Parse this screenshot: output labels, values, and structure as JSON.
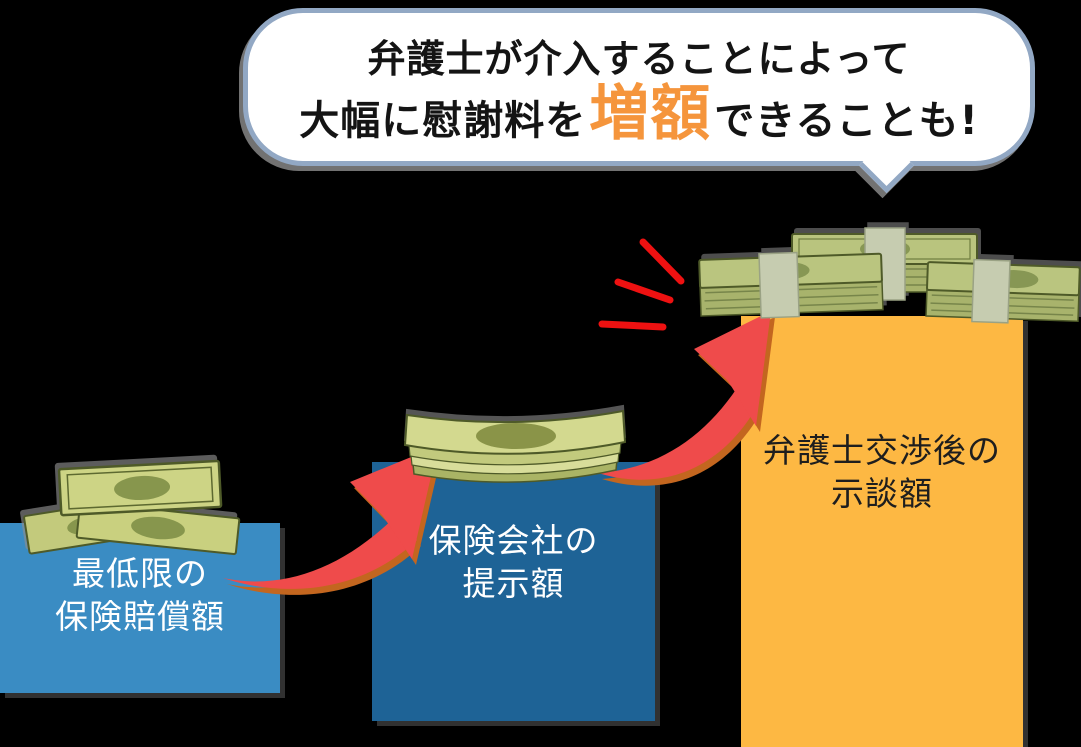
{
  "bubble": {
    "line1": "弁護士が介入することによって",
    "line2_prefix": "大幅に慰謝料を",
    "line2_highlight": "増額",
    "line2_suffix": "できることも!",
    "highlight_color": "#f5953c",
    "border_color": "#92a8c4",
    "fill_color": "#ffffff",
    "text_color": "#141414"
  },
  "bars": [
    {
      "label_line1": "最低限の",
      "label_line2": "保険賠償額",
      "color": "#3a8cc3",
      "text_color": "#ffffff"
    },
    {
      "label_line1": "保険会社の",
      "label_line2": "提示額",
      "color": "#1e6396",
      "text_color": "#ffffff"
    },
    {
      "label_line1": "弁護士交渉後の",
      "label_line2": "示談額",
      "color": "#fdb843",
      "text_color": "#1e1e1e"
    }
  ],
  "colors": {
    "background": "#000000",
    "arrow_red": "#ef4b4b",
    "arrow_shadow_orange": "#c3661f",
    "emphasis_line_red": "#ee1111",
    "money_bill_body": "#cdd485",
    "money_bill_oval": "#87964d",
    "money_bill_outline": "#4e5a28",
    "money_band": "#c6ccb0",
    "shadow_gray": "#8d8d8d"
  },
  "icons": {
    "money_loose_bills": "money-bills-icon",
    "money_stack": "money-stack-icon",
    "money_wads": "money-wads-icon",
    "growth_arrows": "growth-arrow-icon",
    "emphasis_lines": "emphasis-lines-icon"
  },
  "chart_data": {
    "type": "bar",
    "title": "弁護士が介入することによって大幅に慰謝料を増額できることも!",
    "categories": [
      "最低限の保険賠償額",
      "保険会社の提示額",
      "弁護士交渉後の示談額"
    ],
    "values": [
      140,
      201,
      347
    ],
    "values_unit": "relative bar height in px (no numeric axis shown)",
    "xlabel": "",
    "ylabel": ""
  }
}
